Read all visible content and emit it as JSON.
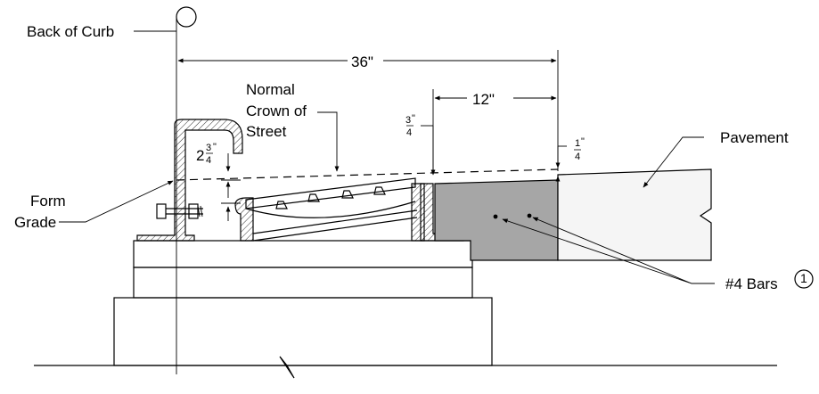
{
  "labels": {
    "back_of_curb": "Back of Curb",
    "normal_crown_line1": "Normal",
    "normal_crown_line2": "Crown of",
    "normal_crown_line3": "Street",
    "form_grade_line1": "Form",
    "form_grade_line2": "Grade",
    "pavement": "Pavement",
    "bars": "#4 Bars",
    "note_number": "1"
  },
  "dimensions": {
    "overall": "36\"",
    "concrete_width": "12\"",
    "curb_drop_whole": "2",
    "curb_drop_num": "3",
    "curb_drop_den": "4",
    "curb_drop_unit": "\"",
    "left_drop_num": "3",
    "left_drop_unit": "\"",
    "left_drop_den": "4",
    "right_drop_num": "1",
    "right_drop_unit": "\"",
    "right_drop_den": "4"
  },
  "colors": {
    "concrete_fill": "#a6a6a6",
    "pavement_fill": "#f5f5f5",
    "line": "#000000"
  }
}
